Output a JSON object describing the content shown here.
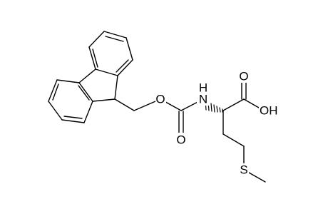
{
  "atoms": {
    "O1": "O",
    "NH": "H\nN",
    "O_carbonyl": "O",
    "O_acid": "O",
    "OH": "OH",
    "S": "S"
  },
  "colors": {
    "bond": "#000000",
    "background": "#ffffff"
  }
}
